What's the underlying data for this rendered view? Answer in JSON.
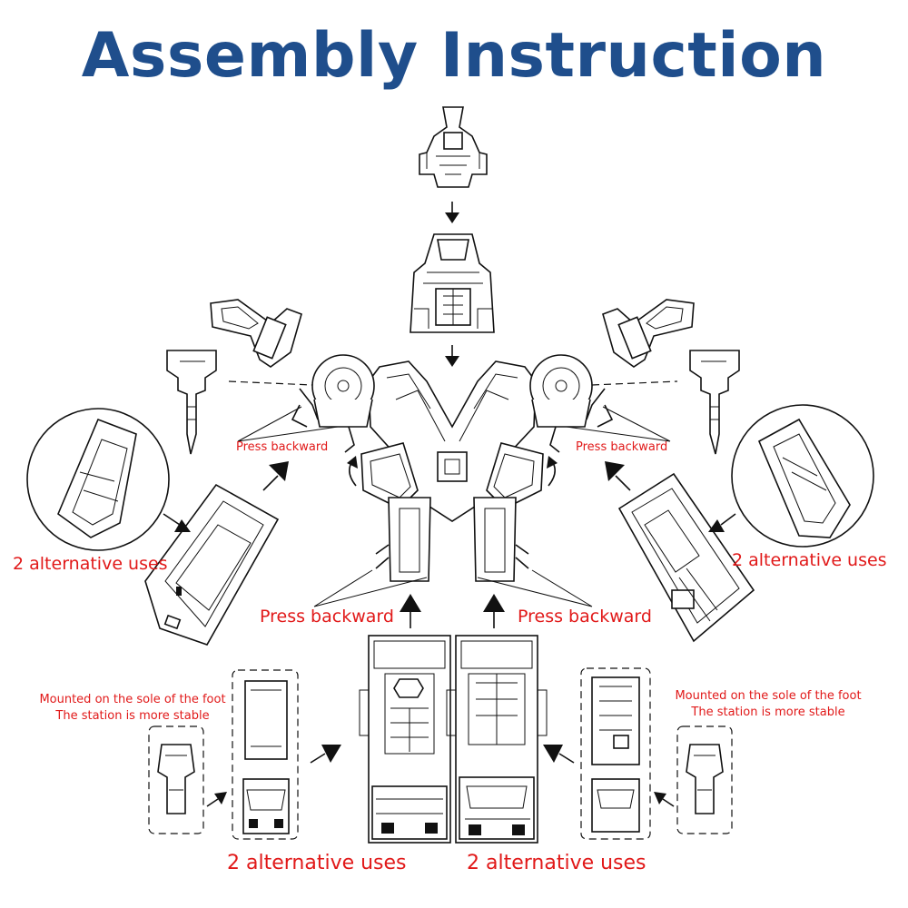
{
  "title": "Assembly Instruction",
  "labels": {
    "press_backward_upper_left": "Press backward",
    "press_backward_upper_right": "Press backward",
    "press_backward_lower_left": "Press backward",
    "press_backward_lower_right": "Press backward",
    "alt_uses_left": "2 alternative uses",
    "alt_uses_right": "2 alternative uses",
    "alt_uses_bottom_left": "2 alternative uses",
    "alt_uses_bottom_right": "2 alternative uses",
    "foot_note_left_line1": "Mounted on the sole of the foot",
    "foot_note_left_line2": "The station is more stable",
    "foot_note_right_line1": "Mounted on the sole of the foot",
    "foot_note_right_line2": "The station is more stable"
  },
  "colors": {
    "title": "#1f4e8c",
    "label": "#e11919",
    "ink": "#111111"
  }
}
